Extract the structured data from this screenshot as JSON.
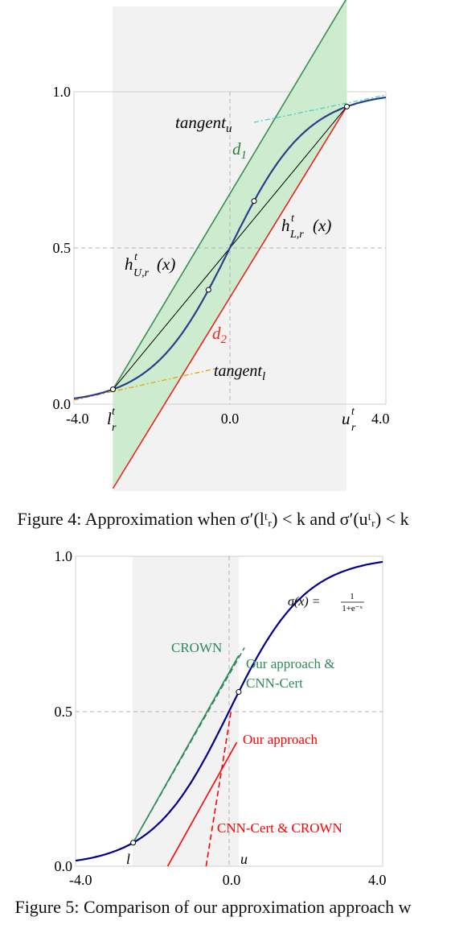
{
  "figure4": {
    "caption": "Figure 4: Approximation when σ′(lᵗᵣ) < k and σ′(uᵗᵣ) < k",
    "y_ticks": [
      "0.0",
      "0.5",
      "1.0"
    ],
    "x_ticks": [
      "-4.0",
      "0.0",
      "4.0"
    ],
    "labels": {
      "tangent_u_main": "tangent",
      "tangent_u_sub": "u",
      "tangent_l_main": "tangent",
      "tangent_l_sub": "l",
      "d1_main": "d",
      "d1_sub": "1",
      "d2_main": "d",
      "d2_sub": "2",
      "hU_main": "h",
      "hU_sup": "t",
      "hU_sub": "U,r",
      "hU_arg": "(x)",
      "hL_main": "h",
      "hL_sup": "t",
      "hL_sub": "L,r",
      "hL_arg": "(x)",
      "lr_main": "l",
      "lr_sup": "t",
      "lr_sub": "r",
      "ur_main": "u",
      "ur_sup": "t",
      "ur_sub": "r"
    },
    "chart_data": {
      "type": "line",
      "xlim": [
        -4,
        4
      ],
      "ylim": [
        0,
        1
      ],
      "function": "σ(x) = 1/(1+e^(-x))",
      "l": -3.0,
      "u": 3.0,
      "d1": 0.62,
      "d2": -0.55,
      "upper_line_points": [
        [
          -3.0,
          0.047
        ],
        [
          3.0,
          1.3
        ]
      ],
      "lower_line_points": [
        [
          -3.0,
          -0.27
        ],
        [
          3.0,
          0.953
        ]
      ],
      "chord_points": [
        [
          -3.0,
          0.047
        ],
        [
          3.0,
          0.953
        ]
      ]
    },
    "colors": {
      "sigmoid": "#27408b",
      "upper": "#3a8f50",
      "lower": "#e8251b",
      "fill": "#cdeccf",
      "tangent_u": "#48d1cc",
      "tangent_l": "#f0a000",
      "shade": "#f2f2f2"
    }
  },
  "figure5": {
    "caption": "Figure 5: Comparison of our approximation approach w",
    "y_ticks": [
      "0.0",
      "0.5",
      "1.0"
    ],
    "x_ticks": [
      "-4.0",
      "0.0",
      "4.0"
    ],
    "labels": {
      "sigma_formula": "σ(x) =",
      "frac_num": "1",
      "frac_den": "1+e⁻ˣ",
      "crown": "CROWN",
      "our_green_1": "Our approach &",
      "our_green_2": "CNN-Cert",
      "our_red": "Our approach",
      "cnn_crown_red": "CNN-Cert & CROWN",
      "l": "l",
      "u": "u"
    },
    "chart_data": {
      "type": "line",
      "xlim": [
        -4,
        4
      ],
      "ylim": [
        0,
        1
      ],
      "l": -2.5,
      "u": 0.25,
      "upper_solid": [
        [
          -2.5,
          0.076
        ],
        [
          0.25,
          0.68
        ]
      ],
      "upper_dashed": [
        [
          -2.5,
          0.076
        ],
        [
          0.4,
          0.705
        ]
      ],
      "lower_solid": [
        [
          -1.6,
          0.0
        ],
        [
          0.2,
          0.4
        ]
      ],
      "lower_dashed": [
        [
          -0.6,
          0.0
        ],
        [
          0.05,
          0.5
        ]
      ]
    },
    "colors": {
      "sigmoid": "#00008b",
      "green": "#2e8b57",
      "red": "#ff0000",
      "shade": "#f2f2f2"
    }
  }
}
